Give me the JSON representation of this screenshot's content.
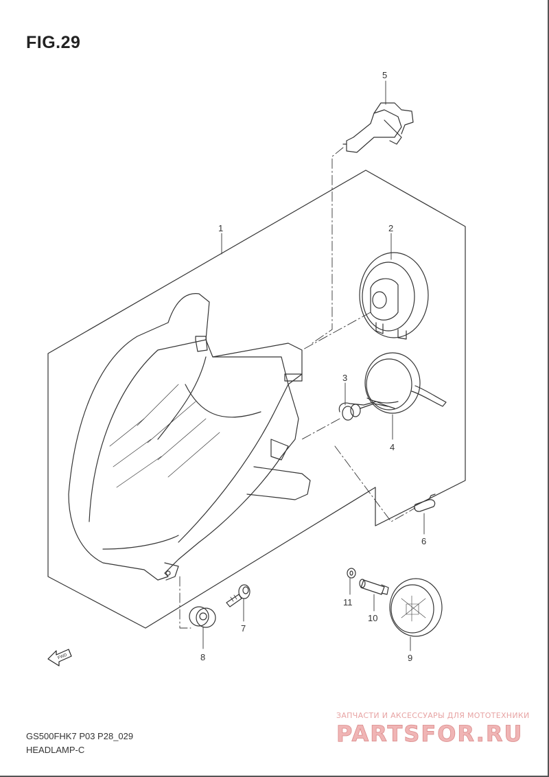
{
  "figure": {
    "title": "FIG.29",
    "model_code": "GS500FHK7 P03 P28_029",
    "section_name": "HEADLAMP-C"
  },
  "callouts": {
    "c1": "1",
    "c2": "2",
    "c3": "3",
    "c4": "4",
    "c5": "5",
    "c6": "6",
    "c7": "7",
    "c8": "8",
    "c9": "9",
    "c10": "10",
    "c11": "11"
  },
  "fwd_label": "FWD",
  "watermark": {
    "tagline": "ЗАПЧАСТИ И АКСЕССУАРЫ ДЛЯ МОТОТЕХНИКИ",
    "logo_text": "PARTSFOR.RU",
    "color": "#e7a3a3"
  },
  "colors": {
    "line": "#333333",
    "background": "#ffffff"
  }
}
